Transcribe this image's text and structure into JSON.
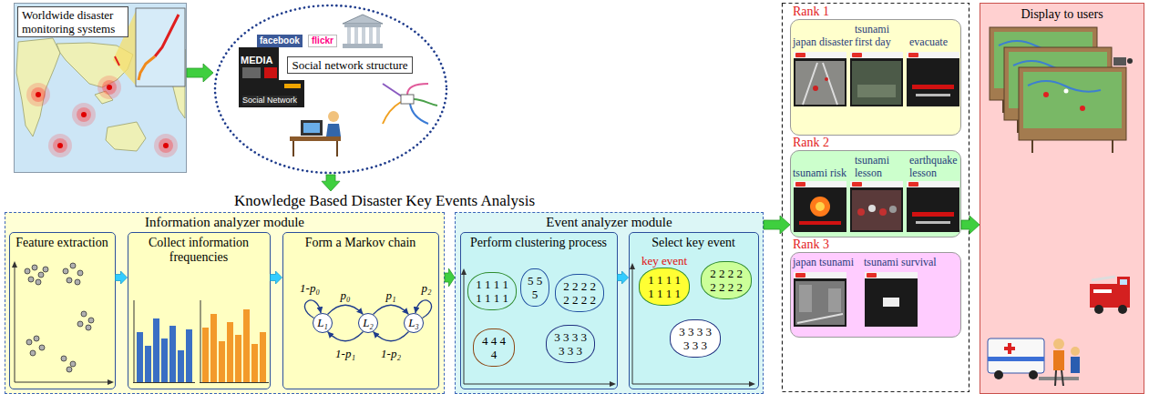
{
  "diagram": {
    "nodes": [
      {
        "text": [
          "Worldwide disaster monitoring systems"
        ]
      },
      {
        "text": [
          "Social network structure"
        ]
      },
      {
        "text": [
          "Knowledge Based Disaster Key Events Analysis"
        ]
      },
      {
        "text": [
          "Information analyzer module"
        ],
        "in": 2
      },
      {
        "text": [
          "Feature extraction"
        ],
        "in": 3
      },
      {
        "text": [
          "Collect information frequencies"
        ],
        "in": 3
      },
      {
        "text": [
          "Form a Markov chain"
        ],
        "in": 3
      },
      {
        "text": [
          "L₁"
        ],
        "in": 6
      },
      {
        "text": [
          "L₂"
        ],
        "in": 6
      },
      {
        "text": [
          "L₃"
        ],
        "in": 6
      },
      {
        "text": [
          "Event analyzer module"
        ],
        "in": 2
      },
      {
        "text": [
          "Perform clustering process"
        ],
        "in": 10
      },
      {
        "text": [
          "1 1 1 1 1 1 1 1"
        ],
        "in": 11
      },
      {
        "text": [
          "5 5 5"
        ],
        "in": 11
      },
      {
        "text": [
          "2 2 2 2 2 2 2 2"
        ],
        "in": 11
      },
      {
        "text": [
          "4 4 4 4"
        ],
        "in": 11
      },
      {
        "text": [
          "3 3 3 3 3 3 3"
        ],
        "in": 11
      },
      {
        "text": [
          "Select key event"
        ],
        "in": 10
      },
      {
        "text": [
          "key event",
          "1 1 1 1 1 1 1 1"
        ],
        "in": 17
      },
      {
        "text": [
          "2 2 2 2 2 2 2 2"
        ],
        "in": 17
      },
      {
        "text": [
          "3 3 3 3 3 3 3"
        ],
        "in": 17
      },
      {
        "text": [
          "Rank 1",
          "japan disaster",
          "tsunami first day",
          "evacuate"
        ]
      },
      {
        "text": [
          "Rank 2",
          "tsunami risk",
          "tsunami lesson",
          "earthquake lesson"
        ]
      },
      {
        "text": [
          "Rank 3",
          "japan tsunami",
          "tsunami survival"
        ]
      },
      {
        "text": [
          "Display to users"
        ]
      }
    ],
    "edges": [
      {
        "from": 0,
        "to": 1,
        "arrow": "to"
      },
      {
        "from": 1,
        "to": 2,
        "arrow": "to"
      },
      {
        "from": 3,
        "to": 10,
        "arrow": "to"
      },
      {
        "from": 4,
        "to": 5,
        "arrow": "to"
      },
      {
        "from": 5,
        "to": 6,
        "arrow": "to"
      },
      {
        "from": 11,
        "to": 17,
        "arrow": "to"
      },
      {
        "from": 7,
        "to": 7,
        "label": "1-p₀",
        "arrow": "to"
      },
      {
        "from": 7,
        "to": 8,
        "label": "p₀",
        "arrow": "to"
      },
      {
        "from": 8,
        "to": 7,
        "label": "1-p₁",
        "arrow": "to"
      },
      {
        "from": 8,
        "to": 9,
        "label": "p₁",
        "arrow": "to"
      },
      {
        "from": 9,
        "to": 8,
        "label": "1-p₂",
        "arrow": "to"
      },
      {
        "from": 9,
        "to": 9,
        "label": "p₂",
        "arrow": "to"
      },
      {
        "from": 10,
        "to": 22,
        "arrow": "to"
      },
      {
        "from": 22,
        "to": 24,
        "arrow": "to"
      }
    ],
    "labels": [
      "facebook",
      "flickr",
      "MEDIA",
      "Social Network"
    ]
  }
}
